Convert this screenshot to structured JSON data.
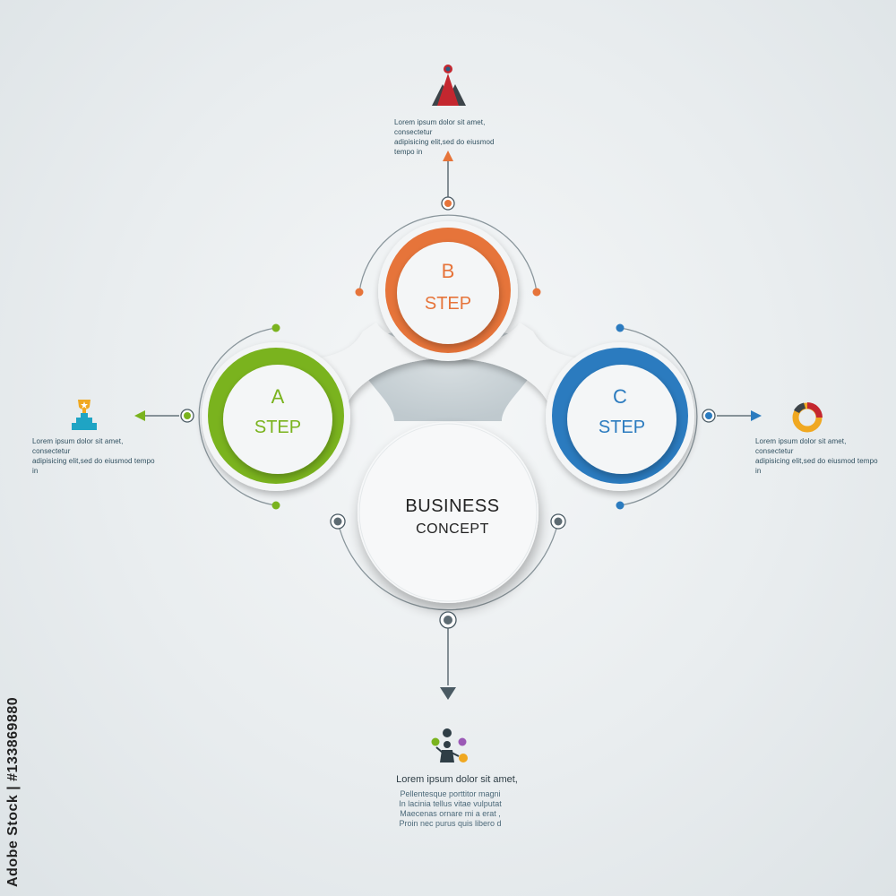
{
  "center": {
    "line1": "BUSINESS",
    "line2": "CONCEPT"
  },
  "steps": [
    {
      "id": "a",
      "letter": "A",
      "word": "STEP",
      "color": "#7ab31e",
      "text1": "Lorem ipsum dolor sit amet, consectetur",
      "text2": "adipisicing elit,sed do eiusmod tempo in",
      "icon": "trophy-podium-icon"
    },
    {
      "id": "b",
      "letter": "B",
      "word": "STEP",
      "color": "#e6743a",
      "text1": "Lorem ipsum dolor sit amet, consectetur",
      "text2": "adipisicing elit,sed do eiusmod tempo in",
      "icon": "mountain-flag-icon"
    },
    {
      "id": "c",
      "letter": "C",
      "word": "STEP",
      "color": "#2b7bbf",
      "text1": "Lorem ipsum dolor sit amet, consectetur",
      "text2": "adipisicing elit,sed do eiusmod tempo in",
      "icon": "donut-chart-icon"
    }
  ],
  "bottom": {
    "title": "Lorem ipsum dolor sit amet,",
    "lines": [
      "Pellentesque porttitor magni",
      "In lacinia tellus vitae vulputat",
      "Maecenas ornare mi a erat ,",
      "Proin nec purus quis libero d"
    ],
    "icon": "businessman-finance-icon"
  },
  "watermark": {
    "side_text": "Adobe Stock | #133869880"
  },
  "colors": {
    "grey": "#4a5a63",
    "line": "#8a969c",
    "hub": "#c9d2d6"
  }
}
